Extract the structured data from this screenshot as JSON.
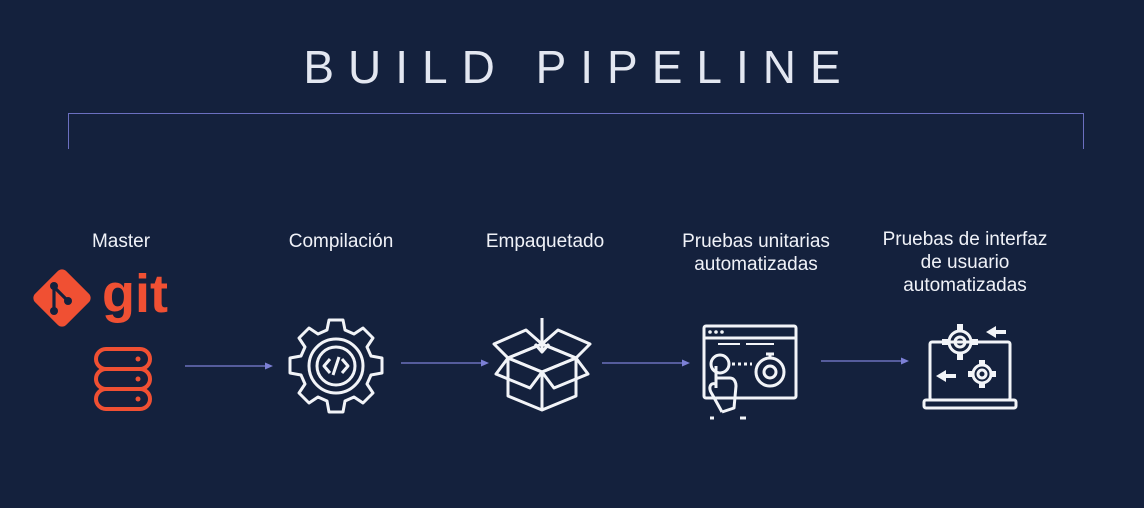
{
  "title": "BUILD PIPELINE",
  "colors": {
    "background": "#14213d",
    "accent": "#6b6fc0",
    "git_orange": "#f05033",
    "icon_white": "#f2f4f8"
  },
  "stages": [
    {
      "label": "Master",
      "icon": "git-database-icon"
    },
    {
      "label": "Compilación",
      "icon": "gear-code-icon"
    },
    {
      "label": "Empaquetado",
      "icon": "package-box-icon"
    },
    {
      "label": "Pruebas unitarias\nautomatizadas",
      "icon": "browser-test-icon"
    },
    {
      "label": "Pruebas de interfaz\nde usuario\nautomatizadas",
      "icon": "laptop-gears-icon"
    }
  ],
  "git_logo_text": "git"
}
